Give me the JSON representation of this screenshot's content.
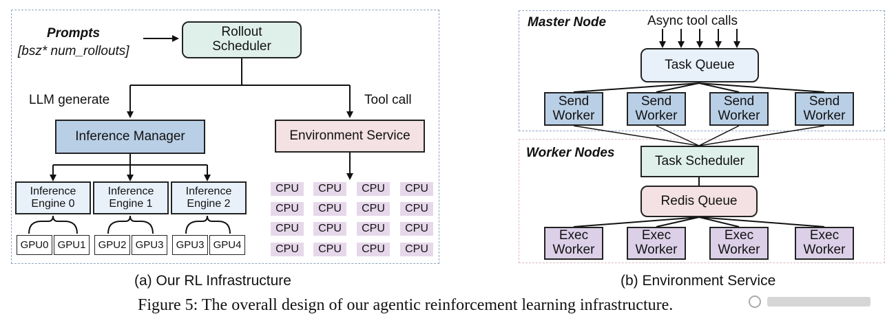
{
  "panel_a": {
    "prompts_label": "Prompts",
    "prompts_shape": "[bsz* num_rollouts]",
    "rollout_scheduler": [
      "Rollout",
      "Scheduler"
    ],
    "llm_generate": "LLM generate",
    "tool_call": "Tool call",
    "inference_manager": "Inference Manager",
    "environment_service": "Environment Service",
    "engines": [
      {
        "line1": "Inference",
        "line2": "Engine 0",
        "gpus": [
          "GPU0",
          "GPU1"
        ]
      },
      {
        "line1": "Inference",
        "line2": "Engine 1",
        "gpus": [
          "GPU2",
          "GPU3"
        ]
      },
      {
        "line1": "Inference",
        "line2": "Engine 2",
        "gpus": [
          "GPU3",
          "GPU4"
        ]
      }
    ],
    "cpu_label": "CPU",
    "caption": "(a) Our RL Infrastructure"
  },
  "panel_b": {
    "master_node": "Master Node",
    "async_tool_calls": "Async tool calls",
    "task_queue": "Task Queue",
    "send_worker": [
      "Send",
      "Worker"
    ],
    "worker_nodes": "Worker Nodes",
    "task_scheduler": "Task Scheduler",
    "redis_queue": "Redis Queue",
    "exec_worker": [
      "Exec",
      "Worker"
    ],
    "caption": "(b) Environment Service"
  },
  "figure_caption": "Figure 5: The overall design of our agentic reinforcement learning infrastructure.",
  "colors": {
    "teal_box": "#dff0ea",
    "blue_box": "#b9cfe6",
    "light_blue_box": "#e8f1fa",
    "pink_box": "#f3e1e3",
    "cpu_fill": "#e6d8ea",
    "exec_fill": "#dcd0e8"
  }
}
